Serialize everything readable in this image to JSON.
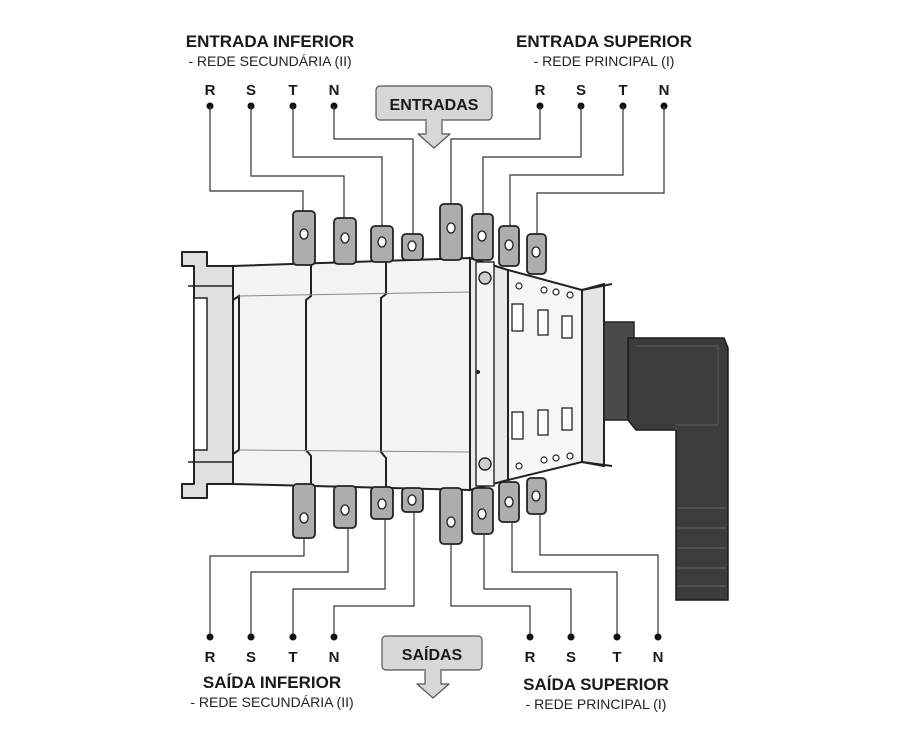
{
  "top_left": {
    "title": "ENTRADA INFERIOR",
    "subtitle": "- REDE SECUNDÁRIA (II)"
  },
  "top_right": {
    "title": "ENTRADA SUPERIOR",
    "subtitle": "- REDE PRINCIPAL (I)"
  },
  "bottom_left": {
    "title": "SAÍDA INFERIOR",
    "subtitle": "- REDE SECUNDÁRIA (II)"
  },
  "bottom_right": {
    "title": "SAÍDA SUPERIOR",
    "subtitle": "- REDE PRINCIPAL (I)"
  },
  "inputs_label": "ENTRADAS",
  "outputs_label": "SAÍDAS",
  "phases": [
    "R",
    "S",
    "T",
    "N"
  ],
  "colors": {
    "box_fill": "#d7d7d7",
    "handle": "#3c3c3c",
    "terminal": "#a9a9a9",
    "body": "#f2f2f2"
  }
}
